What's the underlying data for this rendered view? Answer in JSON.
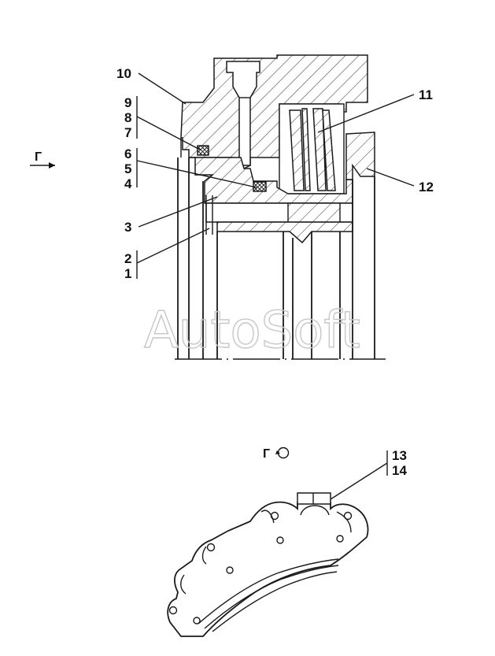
{
  "watermark": "AutoSoft",
  "view_marker": "Г",
  "callouts": [
    {
      "id": "1",
      "text": "1"
    },
    {
      "id": "2",
      "text": "2"
    },
    {
      "id": "3",
      "text": "3"
    },
    {
      "id": "4",
      "text": "4"
    },
    {
      "id": "5",
      "text": "5"
    },
    {
      "id": "6",
      "text": "6"
    },
    {
      "id": "7",
      "text": "7"
    },
    {
      "id": "8",
      "text": "8"
    },
    {
      "id": "9",
      "text": "9"
    },
    {
      "id": "10",
      "text": "10"
    },
    {
      "id": "11",
      "text": "11"
    },
    {
      "id": "12",
      "text": "12"
    },
    {
      "id": "13",
      "text": "13"
    },
    {
      "id": "14",
      "text": "14"
    }
  ]
}
